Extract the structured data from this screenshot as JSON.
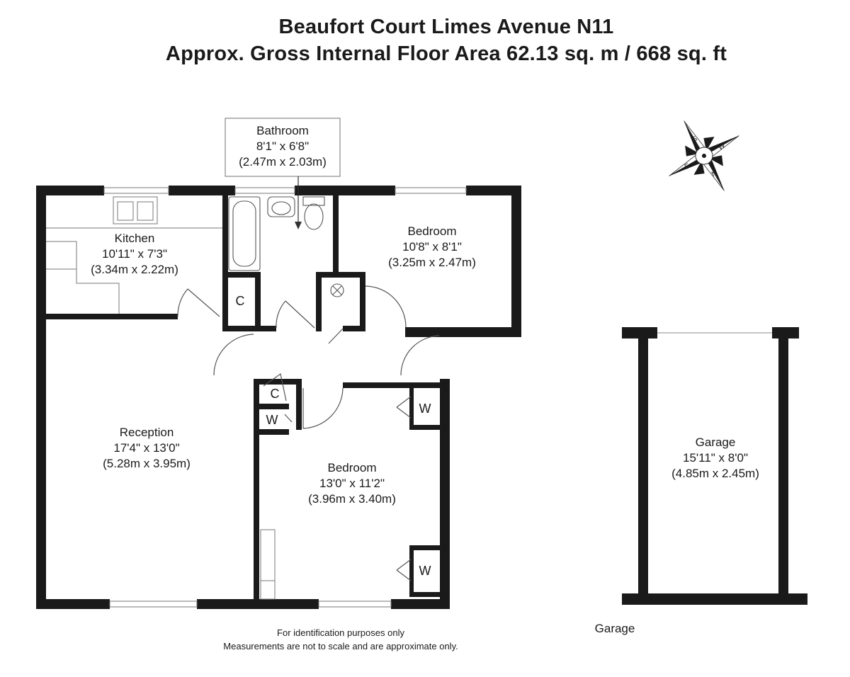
{
  "header": {
    "title": "Beaufort Court Limes Avenue N11",
    "subtitle": "Approx. Gross Internal Floor Area 62.13 sq. m / 668 sq. ft"
  },
  "rooms": {
    "bathroom": {
      "name": "Bathroom",
      "imperial": "8'1\" x 6'8\"",
      "metric": "(2.47m x 2.03m)"
    },
    "kitchen": {
      "name": "Kitchen",
      "imperial": "10'11\" x 7'3\"",
      "metric": "(3.34m x 2.22m)"
    },
    "bedroom1": {
      "name": "Bedroom",
      "imperial": "10'8\" x 8'1\"",
      "metric": "(3.25m x 2.47m)"
    },
    "reception": {
      "name": "Reception",
      "imperial": "17'4\" x 13'0\"",
      "metric": "(5.28m x 3.95m)"
    },
    "bedroom2": {
      "name": "Bedroom",
      "imperial": "13'0\" x 11'2\"",
      "metric": "(3.96m x 3.40m)"
    },
    "garage": {
      "name": "Garage",
      "imperial": "15'11\" x 8'0\"",
      "metric": "(4.85m x 2.45m)"
    }
  },
  "cupboards": {
    "c": "C",
    "w": "W"
  },
  "compass": {
    "n": "N",
    "s": "S",
    "e": "E",
    "w": "W"
  },
  "footer": {
    "line1": "For identification purposes only",
    "line2": "Measurements are not to scale and are approximate only.",
    "garage_caption": "Garage"
  },
  "colors": {
    "wall": "#1a1a1a",
    "fixture": "#555555"
  }
}
